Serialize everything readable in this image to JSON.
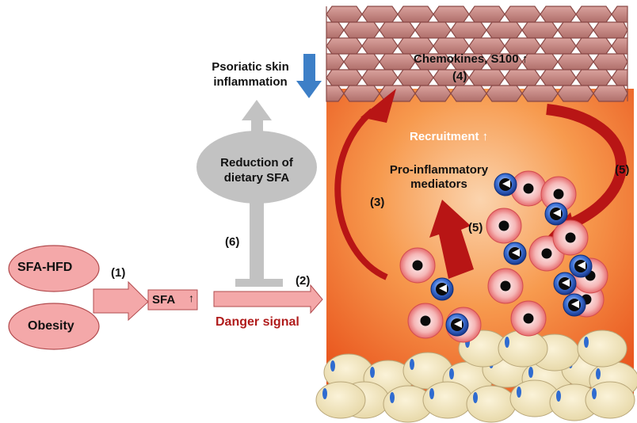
{
  "inputs": {
    "sfa_hfd": "SFA-HFD",
    "obesity": "Obesity"
  },
  "steps": {
    "s1": "(1)",
    "s2": "(2)",
    "s3": "(3)",
    "s4": "(4)",
    "s5a": "(5)",
    "s5b": "(5)",
    "s6": "(6)"
  },
  "sfa": {
    "label": "SFA",
    "arrow": "↑"
  },
  "danger_signal": "Danger signal",
  "reduction": {
    "line1": "Reduction of",
    "line2": "dietary SFA"
  },
  "psoriasis": {
    "line1": "Psoriatic skin",
    "line2": "inflammation"
  },
  "chemokines": "Chemokines, S100 ↑",
  "recruitment": "Recruitment ↑",
  "mediators": {
    "line1": "Pro-inflammatory",
    "line2": "mediators"
  },
  "colors": {
    "pink_fill": "#f4a8a9",
    "pink_stroke": "#b24b4e",
    "danger_red": "#b01c1c",
    "grey": "#c2c2c2",
    "blue_arrow": "#3d7fc7",
    "curved_arrow": "#b81515",
    "tissue_orange": "#f16a1c",
    "keratinocyte": "#c88a86"
  }
}
